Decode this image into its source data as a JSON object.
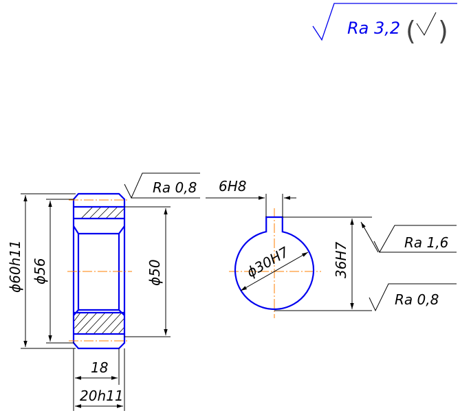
{
  "general_roughness": {
    "label": "Ra 3,2",
    "bracket_open": "(",
    "bracket_close": ")",
    "colors": {
      "main": "#0000ee",
      "bracket": "#000000"
    }
  },
  "section_view": {
    "dims": {
      "outer_diameter": "ϕ60h11",
      "middle_diameter": "ϕ56",
      "bore_diameter": "ϕ50",
      "inner_width": "18",
      "total_width": "20h11"
    },
    "roughness": {
      "face": "Ra 0,8"
    }
  },
  "end_view": {
    "dims": {
      "keyway_width": "6H8",
      "bore_diameter": "ϕ30H7",
      "keyway_depth": "36H7"
    },
    "roughness": {
      "keyway": "Ra 1,6",
      "bore": "Ra 0,8"
    }
  },
  "colors": {
    "outline": "#0000ee",
    "centerline": "#ff7f00",
    "dimension": "#000000"
  }
}
